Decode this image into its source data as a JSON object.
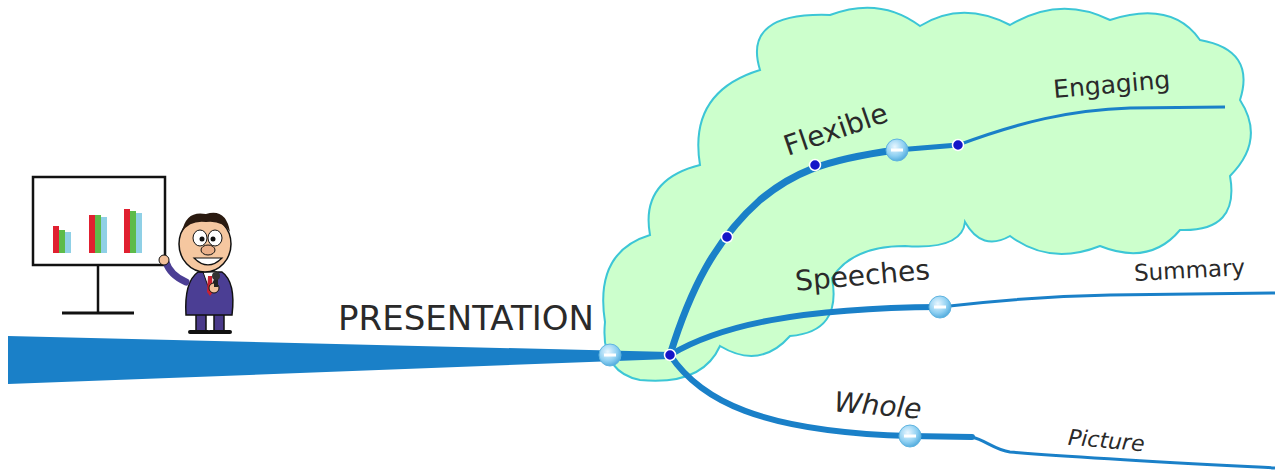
{
  "diagram": {
    "labels": [
      "PRESENTATION",
      "Flexible",
      "Engaging",
      "Speeches",
      "Summary",
      "Whole",
      "Picture"
    ]
  }
}
